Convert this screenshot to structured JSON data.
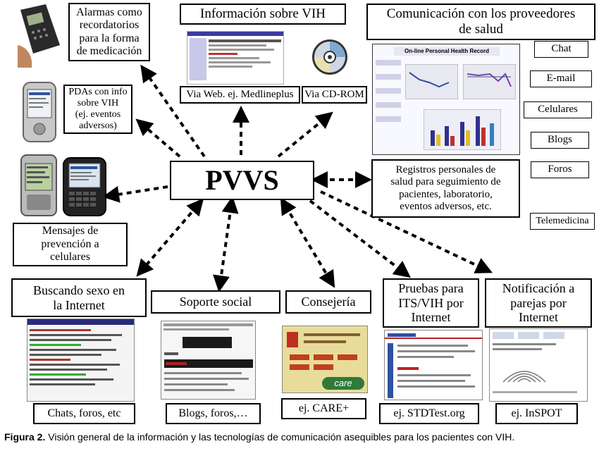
{
  "center": "PVVS",
  "nodes": {
    "alarmas": "Alarmas como\nrecordatorios\npara la forma\nde medicación",
    "info_vih": "Información sobre VIH",
    "comunicacion": "Comunicación con los proveedores\nde salud",
    "pdas": "PDAs con info\nsobre VIH\n(ej. eventos\nadversos)",
    "via_web": "Via Web. ej. Medlineplus",
    "via_cd": "Via CD-ROM",
    "registros": "Registros personales de\nsalud para seguimiento de\npacientes, laboratorio,\neventos adversos, etc.",
    "mensajes": "Mensajes de\nprevención a\ncelulares",
    "buscando": "Buscando sexo en\nla Internet",
    "soporte": "Soporte social",
    "consejeria": "Consejería",
    "pruebas": "Pruebas para\nITS/VIH por\nInternet",
    "notificacion": "Notificación a\nparejas por\nInternet",
    "chats": "Chats, foros, etc",
    "blogs_foros": "Blogs, foros,…",
    "care": "ej. CARE+",
    "stdtest": "ej. STDTest.org",
    "inspot": "ej. InSPOT"
  },
  "channels": [
    "Chat",
    "E-mail",
    "Celulares",
    "Blogs",
    "Foros",
    "Telemedicina"
  ],
  "phr_title": "On-line Personal Health Record",
  "care_logo": "care",
  "caption": {
    "label": "Figura  2.",
    "text": " Visión general de la información y las tecnologías de comunicación asequibles para los pacientes con VIH."
  }
}
